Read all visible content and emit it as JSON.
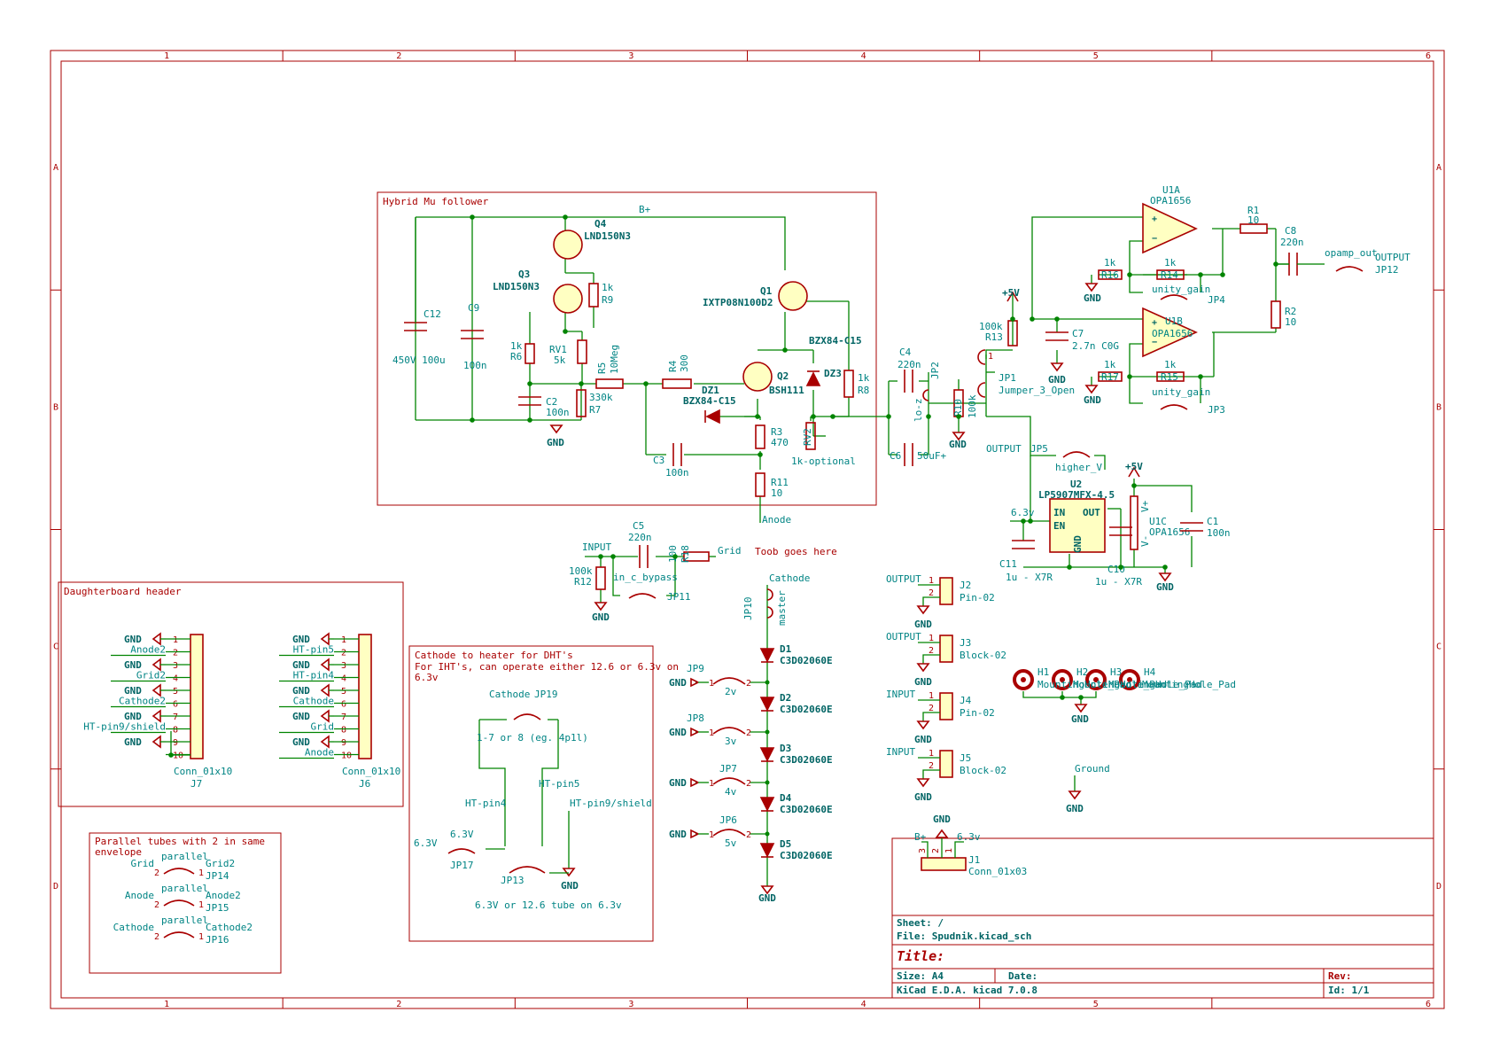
{
  "colors": {
    "wire": "#008400",
    "component": "#a90000",
    "label": "#008484",
    "fill": "#ffffc2",
    "border": "#a90000"
  },
  "frame": {
    "cols": [
      "1",
      "2",
      "3",
      "4",
      "5",
      "6"
    ],
    "rows": [
      "A",
      "B",
      "C",
      "D"
    ]
  },
  "sections": {
    "mu": "Hybrid Mu follower",
    "dh": "Daughterboard header",
    "ch1": "Cathode to heater for DHT's",
    "ch2": "For IHT's, can operate either 12.6 or 6.3v on",
    "ch3": "6.3v",
    "pt1": "Parallel tubes with 2 in same",
    "pt2": "envelope",
    "toob": "Toob goes here"
  },
  "l": {
    "Bplus": "B+",
    "C12": "C12",
    "C12v": "450V 100u",
    "C9": "C9",
    "C9v": "100n",
    "Q4": "Q4",
    "Q4v": "LND150N3",
    "Q3": "Q3",
    "Q3v": "LND150N3",
    "R9": "R9",
    "R9v": "1k",
    "R6": "R6",
    "R6v": "1k",
    "RV1": "RV1",
    "RV1v": "5k",
    "C2": "C2",
    "C2v": "100n",
    "R7": "R7",
    "R7v": "330k",
    "R5": "R5",
    "R5v": "10Meg",
    "GND": "GND",
    "R4": "R4",
    "R4v": "300",
    "DZ1": "DZ1",
    "DZ1v": "BZX84-C15",
    "Q2": "Q2",
    "Q2v": "BSH111",
    "Q1": "Q1",
    "Q1v": "IXTP08N100D2",
    "DZ3": "DZ3",
    "DZ3v": "BZX84-C15",
    "R8": "R8",
    "R8v": "1k",
    "R3": "R3",
    "R3v": "470",
    "RV2": "RV2",
    "RV2v": "1k-optional",
    "C3": "C3",
    "C3v": "100n",
    "R11": "R11",
    "R11v": "10",
    "Anode": "Anode",
    "C4": "C4",
    "C4v": "220n",
    "C6": "C6",
    "C6v": "50uF+",
    "JP2": "JP2",
    "loz": "lo-z",
    "R10": "R10",
    "R10v": "100k",
    "JP1": "JP1",
    "JP1v": "Jumper_3_Open",
    "R13": "R13",
    "R13v": "100k",
    "p5V": "+5V",
    "C7": "C7",
    "C7v": "2.7n C0G",
    "U1A": "U1A",
    "U1Av": "OPA1656",
    "U1B": "U1B",
    "U1Bv": "OPA1656",
    "R1": "R1",
    "R1v": "10",
    "C8": "C8",
    "C8v": "220n",
    "R2": "R2",
    "R2v": "10",
    "R16": "R16",
    "R16v": "1k",
    "R14": "R14",
    "R14v": "1k",
    "unity": "unity_gain",
    "JP4": "JP4",
    "R17": "R17",
    "R17v": "1k",
    "R15": "R15",
    "R15v": "1k",
    "JP3": "JP3",
    "opout": "opamp_out",
    "OUTPUT": "OUTPUT",
    "JP12": "JP12",
    "JP5": "JP5",
    "higher": "higher_V",
    "U2": "U2",
    "U2v": "LP5907MFX-4.5",
    "IN": "IN",
    "EN": "EN",
    "OUT": "OUT",
    "six3": "6.3v",
    "C11": "C11",
    "C11v": "1u - X7R",
    "C10": "C10",
    "C10v": "1u - X7R",
    "U1C": "U1C",
    "U1Cv": "OPA1656",
    "C1": "C1",
    "C1v": "100n",
    "Vp": "V+",
    "Vm": "V-",
    "INPUT": "INPUT",
    "C5": "C5",
    "C5v": "220n",
    "Grid": "Grid",
    "R18": "R18",
    "R18v": "100",
    "R12": "R12",
    "R12v": "100k",
    "inc": "in_c_bypass",
    "JP11": "JP11",
    "Cathode": "Cathode",
    "JP10": "JP10",
    "master": "master",
    "D1": "D1",
    "D2": "D2",
    "D3": "D3",
    "D4": "D4",
    "D5": "D5",
    "Dv": "C3D02060E",
    "JP9": "JP9",
    "JP8": "JP8",
    "JP7": "JP7",
    "JP6": "JP6",
    "v2": "2v",
    "v3": "3v",
    "v4": "4v",
    "v5": "5v",
    "J2": "J2",
    "J2v": "Pin-02",
    "J3": "J3",
    "J3v": "Block-02",
    "J4": "J4",
    "J4v": "Pin-02",
    "J5": "J5",
    "J5v": "Block-02",
    "H1": "H1",
    "H2": "H2",
    "H3": "H3",
    "H4": "H4",
    "Hv": "MountingHole_Pad",
    "Ground": "Ground",
    "J7": "J7",
    "J6": "J6",
    "Conn10": "Conn_01x10",
    "Anode2": "Anode2",
    "Grid2": "Grid2",
    "Cathode2": "Cathode2",
    "HTs": "HT-pin9/shield",
    "HT5": "HT-pin5",
    "HT4": "HT-pin4",
    "JP19": "JP19",
    "JP19v": "1-7 or 8 (eg. 4p1l)",
    "JP17": "JP17",
    "JP13": "JP13",
    "tube": "6.3V or 12.6 tube on 6.3v",
    "six3V": "6.3V",
    "parallel": "parallel",
    "JP14": "JP14",
    "JP15": "JP15",
    "JP16": "JP16",
    "J1": "J1",
    "J1v": "Conn_01x03"
  },
  "titleblock": {
    "sheet": "Sheet: /",
    "file": "File: Spudnik.kicad_sch",
    "title": "Title:",
    "size": "Size: A4",
    "date": "Date:",
    "rev": "Rev:",
    "tool": "KiCad E.D.A.  kicad 7.0.8",
    "id": "Id: 1/1"
  }
}
